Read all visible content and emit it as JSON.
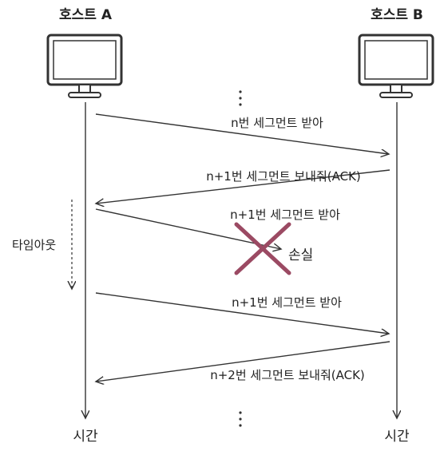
{
  "hosts": {
    "a": {
      "label": "호스트 A",
      "time_label": "시간"
    },
    "b": {
      "label": "호스트 B",
      "time_label": "시간"
    }
  },
  "messages": [
    {
      "label": "n번 세그먼트 받아",
      "direction": "a-to-b"
    },
    {
      "label": "n+1번 세그먼트 보내줘(ACK)",
      "direction": "b-to-a"
    },
    {
      "label": "n+1번 세그먼트 받아",
      "direction": "a-to-b",
      "lost": true
    },
    {
      "label": "n+1번 세그먼트 받아",
      "direction": "a-to-b"
    },
    {
      "label": "n+2번 세그먼트 보내줘(ACK)",
      "direction": "b-to-a"
    }
  ],
  "loss": {
    "label": "손실",
    "mark_color": "#9b4a63"
  },
  "timeout": {
    "label": "타임아웃"
  },
  "line_color": "#333333"
}
